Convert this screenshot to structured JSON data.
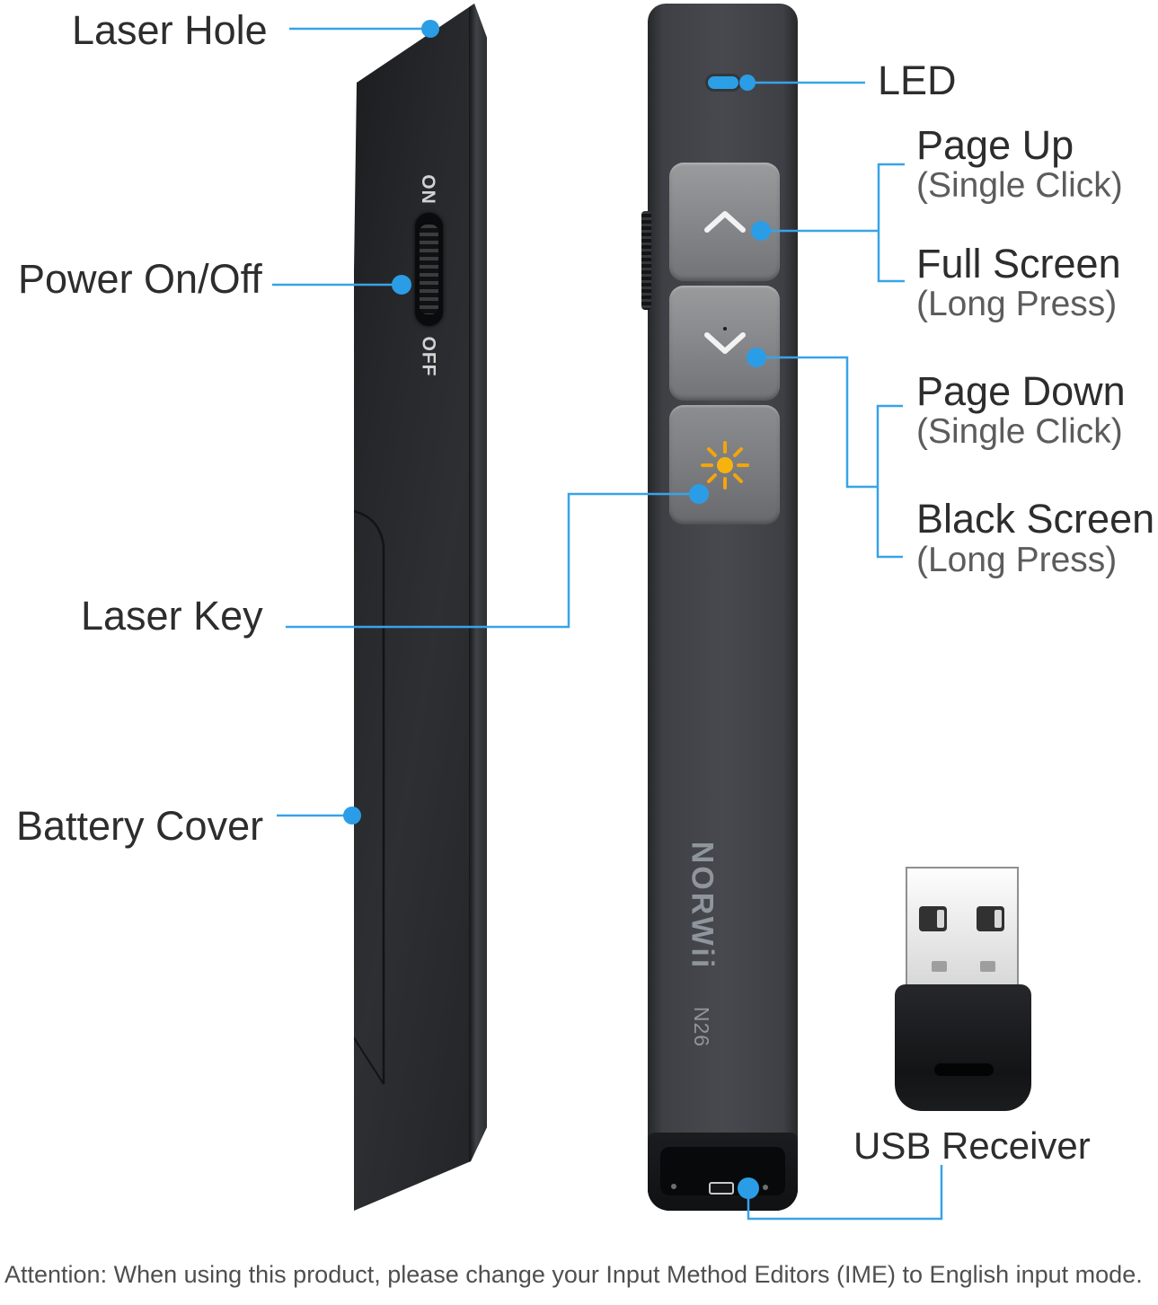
{
  "colors": {
    "accent_blue": "#2b9de6",
    "label_dark": "#2d2d2d",
    "label_gray": "#5c5c5c",
    "laser_orange": "#f2a50c",
    "led_blue": "#2b9fe6"
  },
  "callouts": {
    "laser_hole": "Laser Hole",
    "power": "Power On/Off",
    "laser_key": "Laser Key",
    "battery_cover": "Battery Cover",
    "led": "LED",
    "page_up": {
      "title": "Page Up",
      "sub": "(Single Click)"
    },
    "full_screen": {
      "title": "Full Screen",
      "sub": "(Long Press)"
    },
    "page_down": {
      "title": "Page Down",
      "sub": "(Single Click)"
    },
    "black_screen": {
      "title": "Black Screen",
      "sub": "(Long Press)"
    },
    "usb_receiver": "USB Receiver"
  },
  "device": {
    "brand": "NORWii",
    "model": "N26",
    "switch_on": "ON",
    "switch_off": "OFF"
  },
  "footer": {
    "attention": "Attention: When using this product, please change your Input Method Editors (IME) to English input mode."
  }
}
